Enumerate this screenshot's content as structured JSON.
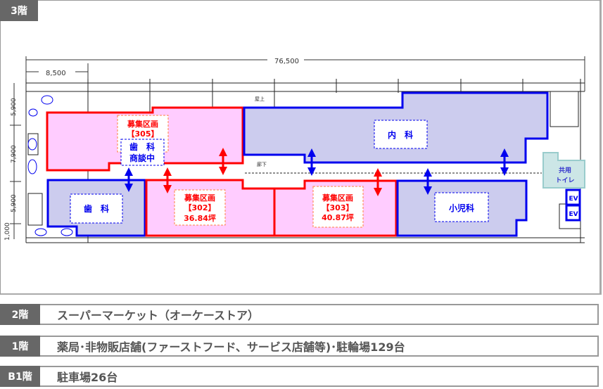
{
  "floor3": {
    "tag": "3階",
    "dimensions": {
      "total_width": "76,500",
      "bay_width": "8,500",
      "rows": [
        "5,900",
        "7,900",
        "5,900",
        "1,000"
      ]
    },
    "plan_notes": {
      "roof": "屋上",
      "corridor": "廊下"
    },
    "units": [
      {
        "id": "305",
        "title": "募集区画",
        "number": "【305】",
        "status_line1": "歯　科",
        "status_line2": "商談中"
      },
      {
        "id": "302",
        "title": "募集区画",
        "number": "【302】",
        "area": "36.84坪"
      },
      {
        "id": "303",
        "title": "募集区画",
        "number": "【303】",
        "area": "40.87坪"
      },
      {
        "id": "dental",
        "label": "歯　科"
      },
      {
        "id": "internal",
        "label": "内　科"
      },
      {
        "id": "pediatrics",
        "label": "小児科"
      },
      {
        "id": "toilet",
        "line1": "共用",
        "line2": "トイレ"
      },
      {
        "id": "ev",
        "label1": "EV",
        "label2": "EV"
      }
    ]
  },
  "floors": [
    {
      "tag": "2階",
      "text": "スーパーマーケット（オーケーストア）"
    },
    {
      "tag": "1階",
      "text": "薬局･非物販店舗(ファーストフード、サービス店舗等)･駐輪場129台"
    },
    {
      "tag": "B1階",
      "text": "駐車場26台"
    }
  ],
  "colors": {
    "vacant_fill": "#ffccff",
    "vacant_stroke": "#ff0000",
    "tenant_fill": "#ccccee",
    "tenant_stroke": "#0000ee",
    "toilet_fill": "#cce6e6",
    "tag_bg": "#676767"
  }
}
